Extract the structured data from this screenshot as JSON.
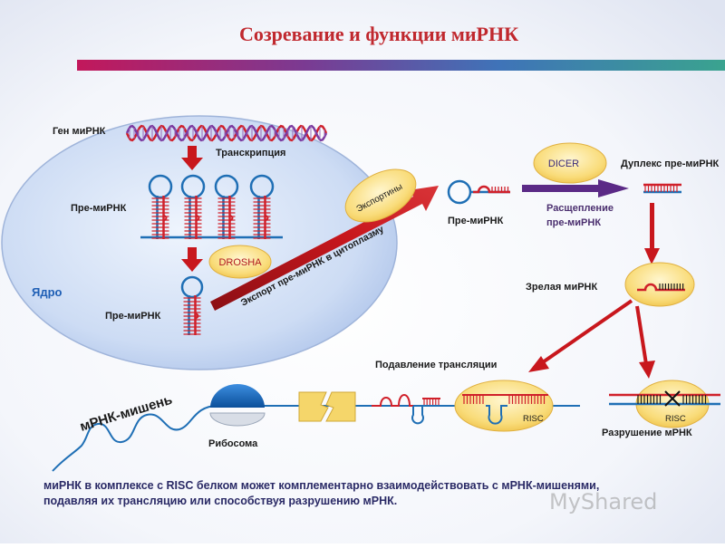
{
  "title": "Созревание и функции миРНК",
  "labels": {
    "gene": "Ген миРНК",
    "transcription": "Транскрипция",
    "pre_mirna_1": "Пре-миРНК",
    "drosha": "DROSHA",
    "nucleus": "Ядро",
    "pre_mirna_2": "Пре-миРНК",
    "exportins": "Экспортины",
    "export": "Экспорт пре-миРНК в цитоплазму",
    "pre_mirna_3": "Пре-миРНК",
    "dicer": "DICER",
    "cleavage_1": "Расщепление",
    "cleavage_2": "пре-миРНК",
    "duplex": "Дуплекс пре-миРНК",
    "mature": "Зрелая миРНК",
    "repression": "Подавление трансляции",
    "target": "мРНК-мишень",
    "ribosome": "Рибосома",
    "risc_1": "RISC",
    "risc_2": "RISC",
    "degradation": "Разрушение мРНК"
  },
  "caption": {
    "line1": "миРНК в комплексе с RISC белком может комплементарно взаимодействовать с мРНК-мишенями,",
    "line2": "подавляя их трансляцию или способствуя разрушению мРНК."
  },
  "watermark": "MyShared",
  "colors": {
    "title": "#c0282e",
    "rna_blue": "#1f6fb5",
    "rna_red": "#d0202a",
    "arrow_red": "#c8171d",
    "arrow_purple": "#5b2a86",
    "ellipse_yellow": "#f7d35e",
    "nucleus_blue": "#b9cff0"
  }
}
